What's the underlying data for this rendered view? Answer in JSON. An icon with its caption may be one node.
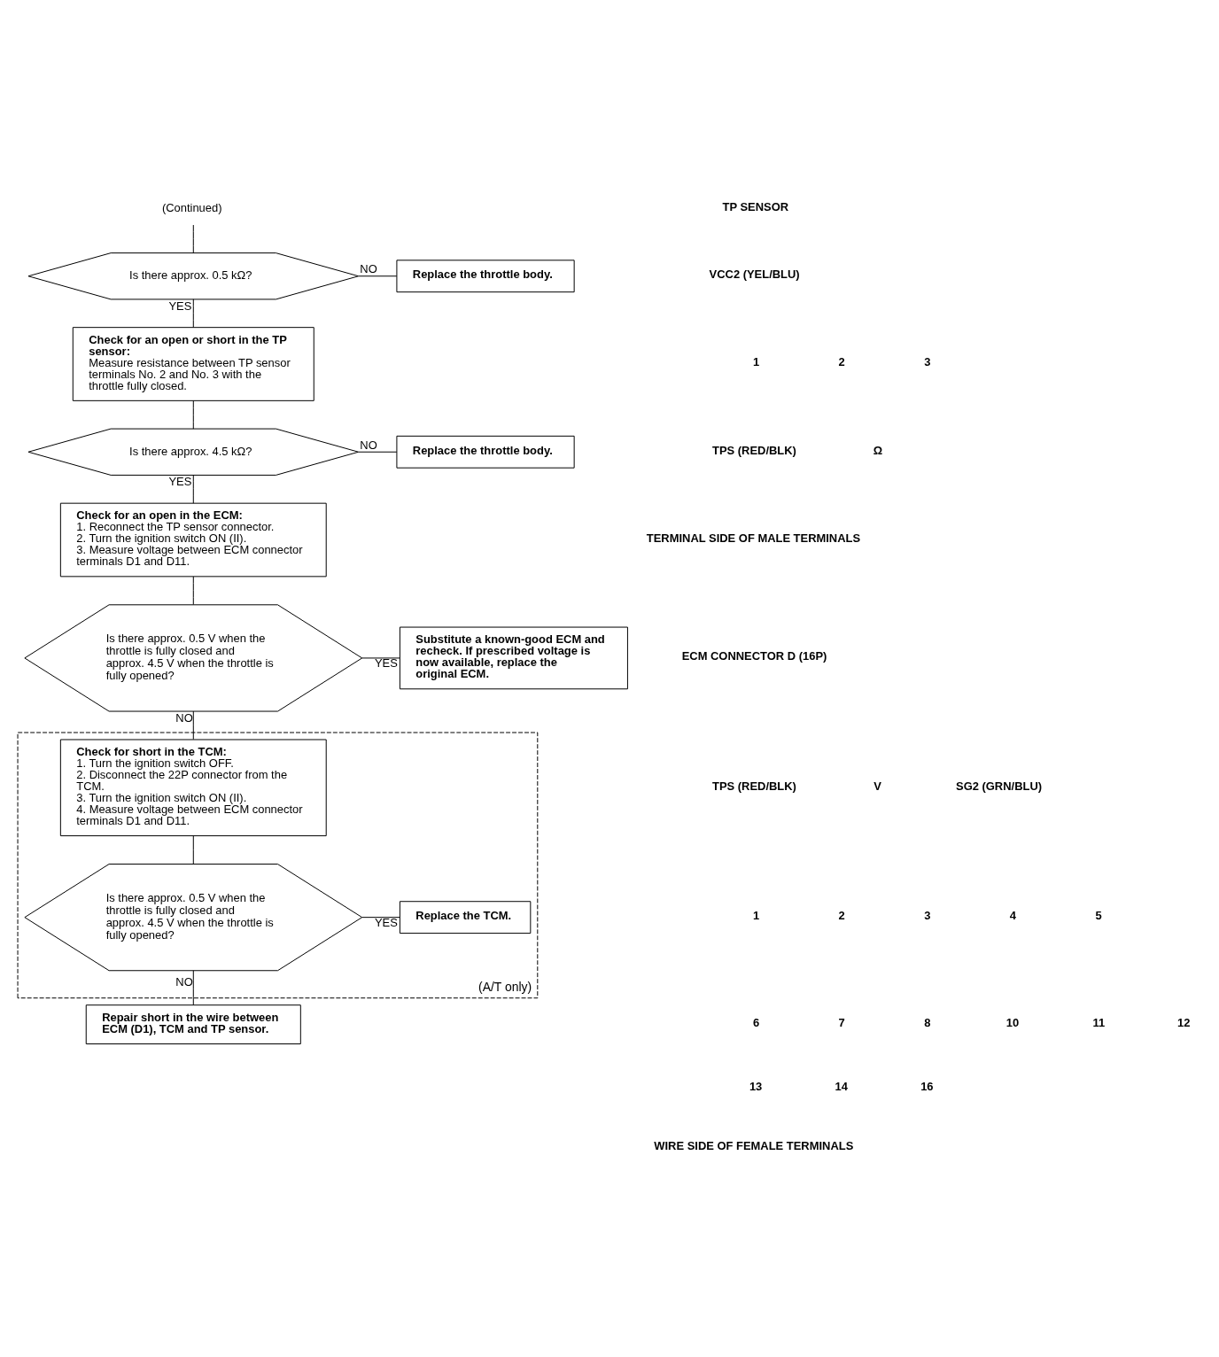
{
  "diagram": {
    "nodes": [
      {
        "text": [
          "(Continued)"
        ]
      },
      {
        "text": [
          "Is there approx. 0.5 kΩ?"
        ]
      },
      {
        "text": [
          "Replace the throttle body."
        ]
      },
      {
        "text": [
          "Check for an open or short in the TP sensor:",
          "Measure resistance between TP sensor terminals No. 2 and No. 3 with the throttle fully closed."
        ]
      },
      {
        "text": [
          "Is there approx. 4.5 kΩ?"
        ]
      },
      {
        "text": [
          "Replace the throttle body."
        ]
      },
      {
        "text": [
          "Check for an open in the ECM:",
          "1. Reconnect the TP sensor connector.",
          "2. Turn the ignition switch ON (II).",
          "3. Measure voltage between ECM connector terminals D1 and D11."
        ]
      },
      {
        "text": [
          "Is there approx. 0.5 V when the throttle is fully closed and approx. 4.5 V when the throttle is fully opened?"
        ]
      },
      {
        "text": [
          "Substitute a known-good ECM and recheck. If prescribed voltage is now available, replace the original ECM."
        ]
      },
      {
        "text": [
          "(A/T only)"
        ]
      },
      {
        "text": [
          "Check for short in the TCM:",
          "1. Turn the ignition switch OFF.",
          "2. Disconnect the 22P connector from the TCM.",
          "3. Turn the ignition switch ON (II).",
          "4. Measure voltage between ECM connector terminals D1 and D11."
        ],
        "in": 9
      },
      {
        "text": [
          "Is there approx. 0.5 V when the throttle is fully closed and approx. 4.5 V when the throttle is fully opened?"
        ],
        "in": 9
      },
      {
        "text": [
          "Replace the TCM."
        ],
        "in": 9
      },
      {
        "text": [
          "Repair short in the wire between ECM (D1), TCM and TP sensor."
        ]
      }
    ],
    "edges": [
      {
        "from": 0,
        "to": 1,
        "arrow": "none"
      },
      {
        "from": 1,
        "to": 2,
        "label": "NO",
        "arrow": "none"
      },
      {
        "from": 1,
        "to": 3,
        "label": "YES",
        "arrow": "none"
      },
      {
        "from": 3,
        "to": 4,
        "arrow": "none"
      },
      {
        "from": 4,
        "to": 5,
        "label": "NO",
        "arrow": "none"
      },
      {
        "from": 4,
        "to": 6,
        "label": "YES",
        "arrow": "none"
      },
      {
        "from": 6,
        "to": 7,
        "arrow": "none"
      },
      {
        "from": 7,
        "to": 8,
        "label": "YES",
        "arrow": "none"
      },
      {
        "from": 7,
        "to": 10,
        "label": "NO",
        "arrow": "none"
      },
      {
        "from": 10,
        "to": 11,
        "arrow": "none"
      },
      {
        "from": 11,
        "to": 12,
        "label": "YES",
        "arrow": "none"
      },
      {
        "from": 11,
        "to": 13,
        "label": "NO",
        "arrow": "none"
      }
    ],
    "labels": [
      "TP SENSOR",
      "VCC2 (YEL/BLU)",
      "1",
      "2",
      "3",
      "TPS (RED/BLK)",
      "Ω",
      "TERMINAL SIDE OF MALE TERMINALS",
      "ECM CONNECTOR D (16P)",
      "TPS (RED/BLK)",
      "V",
      "SG2 (GRN/BLU)",
      "1",
      "2",
      "3",
      "4",
      "5",
      "6",
      "7",
      "8",
      "10",
      "11",
      "12",
      "13",
      "14",
      "16",
      "WIRE SIDE OF FEMALE TERMINALS"
    ]
  }
}
